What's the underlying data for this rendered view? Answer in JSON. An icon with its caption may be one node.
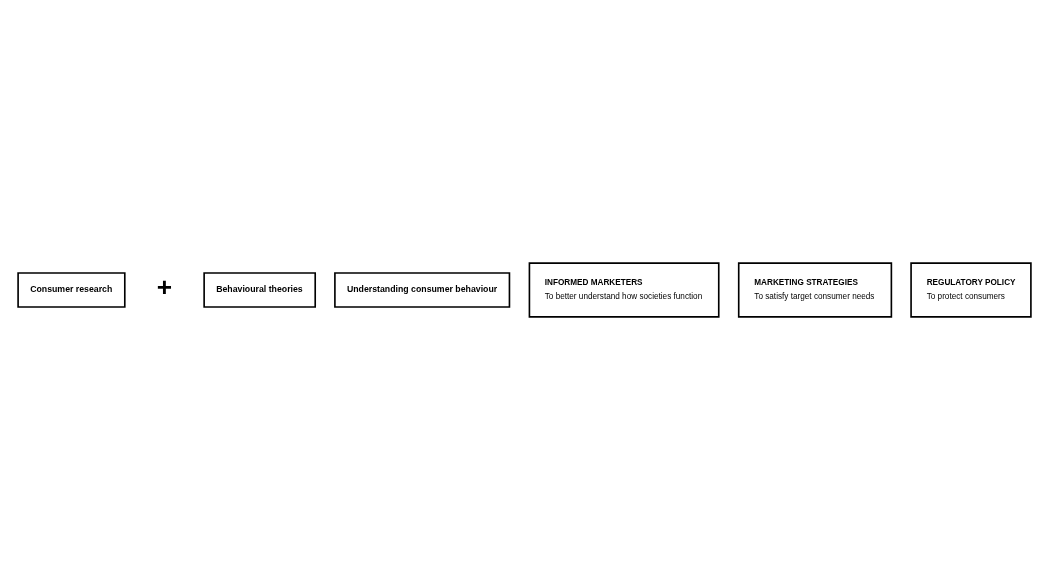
{
  "diagram": {
    "nodes": [
      {
        "text": [
          "Consumer research"
        ]
      },
      {
        "text": [
          "Behavioural theories"
        ]
      },
      {
        "text": [
          "Understanding consumer behaviour"
        ]
      },
      {
        "text": [
          "INFORMED MARKETERS",
          "To better understand how societies function"
        ]
      },
      {
        "text": [
          "MARKETING STRATEGIES",
          "To satisfy target consumer needs"
        ]
      },
      {
        "text": [
          "REGULATORY POLICY",
          "To protect consumers"
        ]
      }
    ],
    "labels": [
      "+"
    ]
  }
}
